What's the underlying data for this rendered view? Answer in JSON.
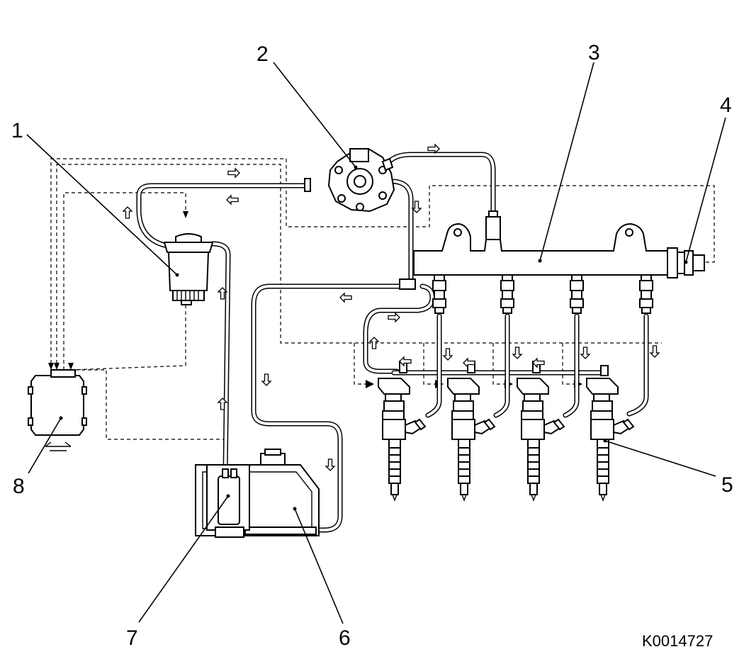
{
  "callouts": [
    "1",
    "2",
    "3",
    "4",
    "5",
    "6",
    "7",
    "8"
  ],
  "reference_code": "K0014727",
  "icons": [
    "fuel-filter-icon",
    "high-pressure-pump-icon",
    "fuel-rail-icon",
    "pressure-sensor-icon",
    "injector-icon",
    "fuel-tank-icon",
    "fuel-pump-icon",
    "control-unit-icon"
  ]
}
